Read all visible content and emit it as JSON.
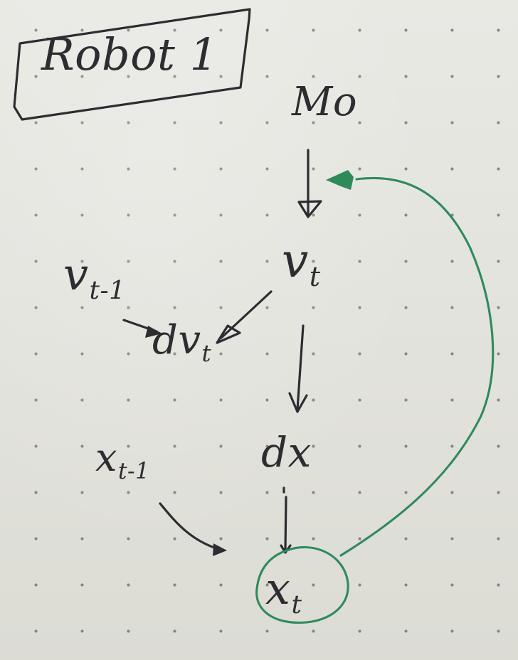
{
  "diagram": {
    "title": "Robot 1",
    "nodes": {
      "m0": {
        "label": "Mo"
      },
      "v_t": {
        "label": "v",
        "sub": "t"
      },
      "v_prev": {
        "label": "v",
        "sub": "t-1"
      },
      "dv_t": {
        "label": "dv",
        "sub": "t"
      },
      "dx": {
        "label": "dx"
      },
      "x_prev": {
        "label": "x",
        "sub": "t-1"
      },
      "x_t": {
        "label": "x",
        "sub": "t"
      }
    },
    "edges": [
      {
        "from": "m0",
        "to": "v_t"
      },
      {
        "from": "v_prev",
        "to": "dv_t"
      },
      {
        "from": "v_t",
        "to": "dv_t"
      },
      {
        "from": "v_t",
        "to": "dx"
      },
      {
        "from": "x_prev",
        "to": "x_t"
      },
      {
        "from": "dx",
        "to": "x_t"
      },
      {
        "from": "x_t",
        "to": "m0",
        "color": "#2f8a5b",
        "style": "curved feedback"
      }
    ],
    "colors": {
      "ink": "#2d2d31",
      "feedback": "#2f8a5b",
      "paper": "#e6e6e1"
    }
  }
}
